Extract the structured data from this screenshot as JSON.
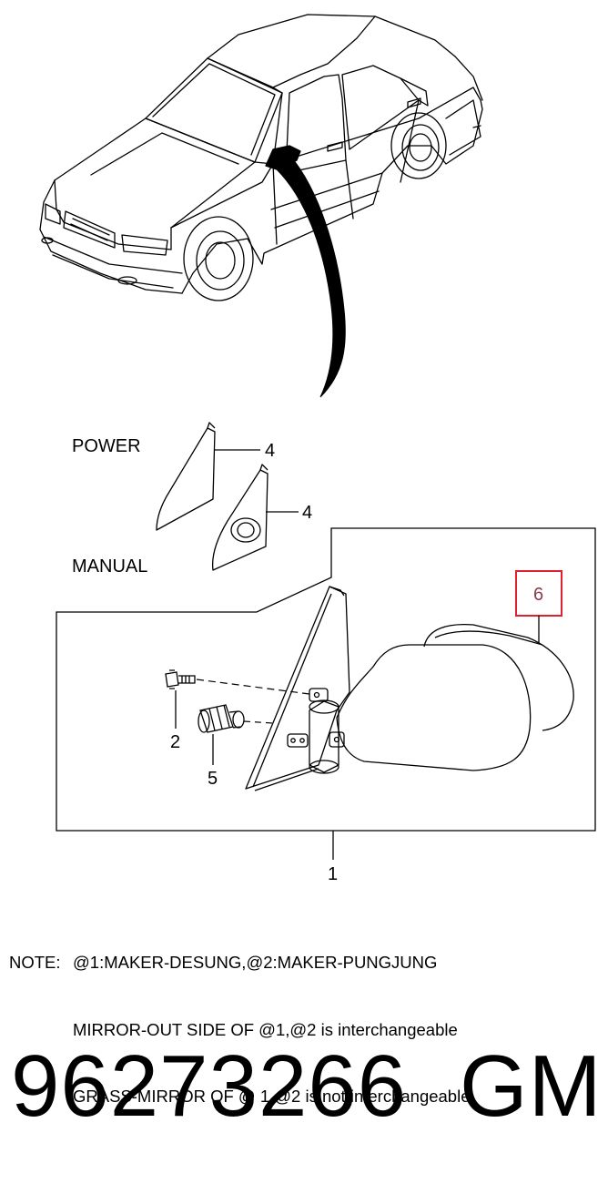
{
  "labels": {
    "power": "POWER",
    "manual": "MANUAL",
    "callout_1": "1",
    "callout_2": "2",
    "callout_4a": "4",
    "callout_4b": "4",
    "callout_5": "5",
    "callout_6": "6"
  },
  "note": {
    "prefix": "NOTE:",
    "lines": [
      "@1:MAKER-DESUNG,@2:MAKER-PUNGJUNG",
      "MIRROR-OUT SIDE OF @1,@2 is interchangeable",
      "GRASS-MIRROR OF @ 1,@2 is not interchangeable"
    ]
  },
  "part_number": "96273266",
  "brand": "GM",
  "colors": {
    "highlight": "#e0202c"
  }
}
